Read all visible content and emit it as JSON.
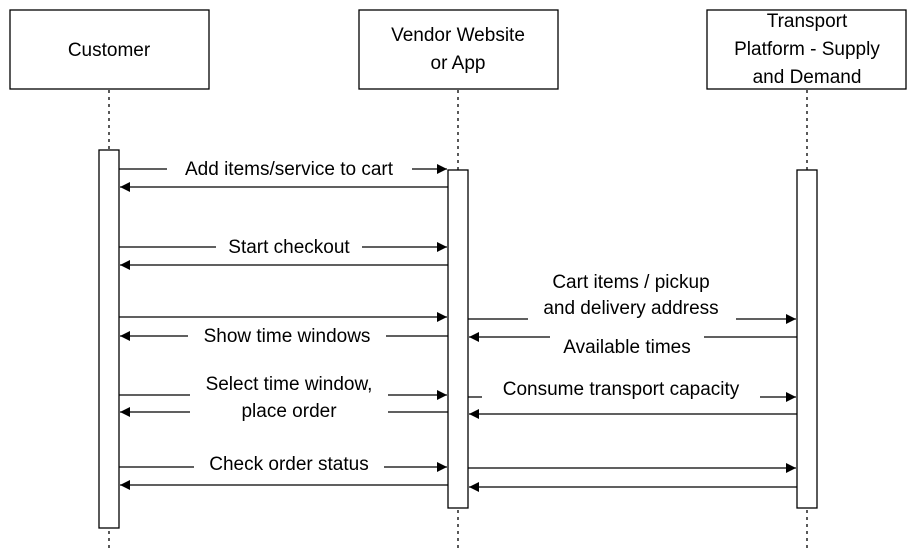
{
  "participants": {
    "customer": [
      "Customer"
    ],
    "vendor": [
      "Vendor Website",
      "or App"
    ],
    "transport": [
      "Transport",
      "Platform - Supply",
      "and Demand"
    ]
  },
  "messages": {
    "add_items": "Add items/service to cart",
    "start_checkout": "Start checkout",
    "cart_items": [
      "Cart items / pickup",
      "and delivery address"
    ],
    "show_time_windows": "Show time windows",
    "available_times": "Available times",
    "select_time_window": [
      "Select time window,",
      "place order"
    ],
    "consume_capacity": "Consume transport capacity",
    "check_order_status": "Check order status"
  },
  "colors": {
    "stroke": "#000000",
    "background": "#ffffff"
  }
}
